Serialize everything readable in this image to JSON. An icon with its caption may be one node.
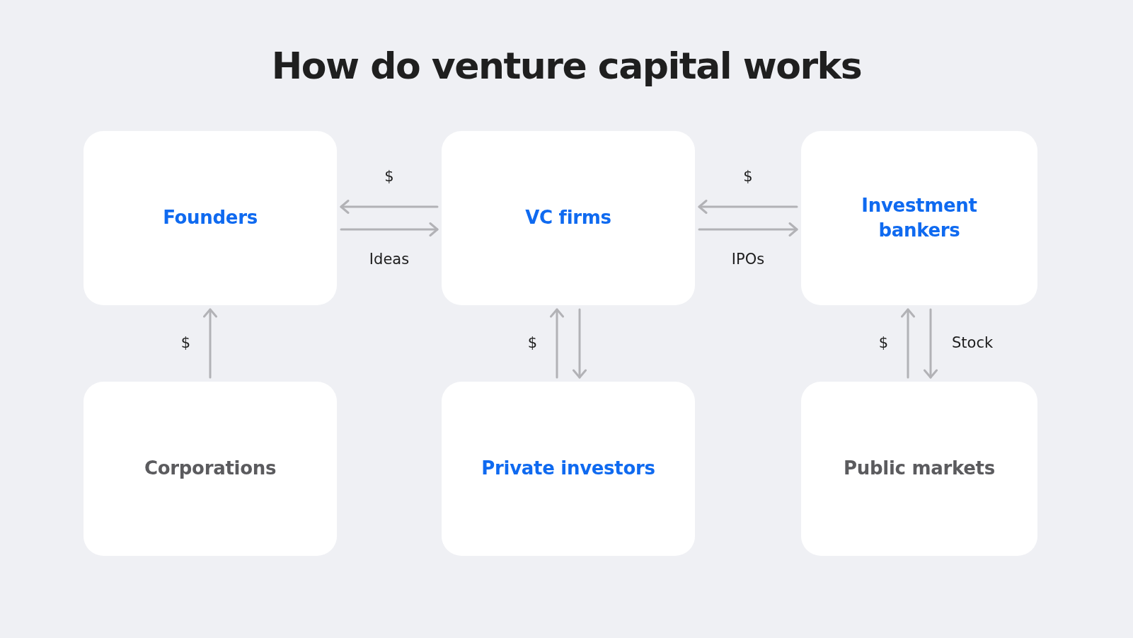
{
  "diagram": {
    "title": "How do venture capital works",
    "nodes": [
      {
        "text": [
          "Founders"
        ]
      },
      {
        "text": [
          "VC firms"
        ]
      },
      {
        "text": [
          "Investment bankers"
        ]
      },
      {
        "text": [
          "Corporations"
        ]
      },
      {
        "text": [
          "Private investors"
        ]
      },
      {
        "text": [
          "Public markets"
        ]
      }
    ],
    "edges": [
      {
        "from": 1,
        "to": 0,
        "arrow": "to",
        "label": "$"
      },
      {
        "from": 0,
        "to": 1,
        "arrow": "to",
        "label": "Ideas"
      },
      {
        "from": 2,
        "to": 1,
        "arrow": "to",
        "label": "$"
      },
      {
        "from": 1,
        "to": 2,
        "arrow": "to",
        "label": "IPOs"
      },
      {
        "from": 3,
        "to": 0,
        "arrow": "to",
        "label": "$"
      },
      {
        "from": 4,
        "to": 1,
        "arrow": "to",
        "label": "$"
      },
      {
        "from": 1,
        "to": 4,
        "arrow": "to"
      },
      {
        "from": 5,
        "to": 2,
        "arrow": "to",
        "label": "$"
      },
      {
        "from": 2,
        "to": 5,
        "arrow": "to",
        "label": "Stock"
      }
    ]
  }
}
